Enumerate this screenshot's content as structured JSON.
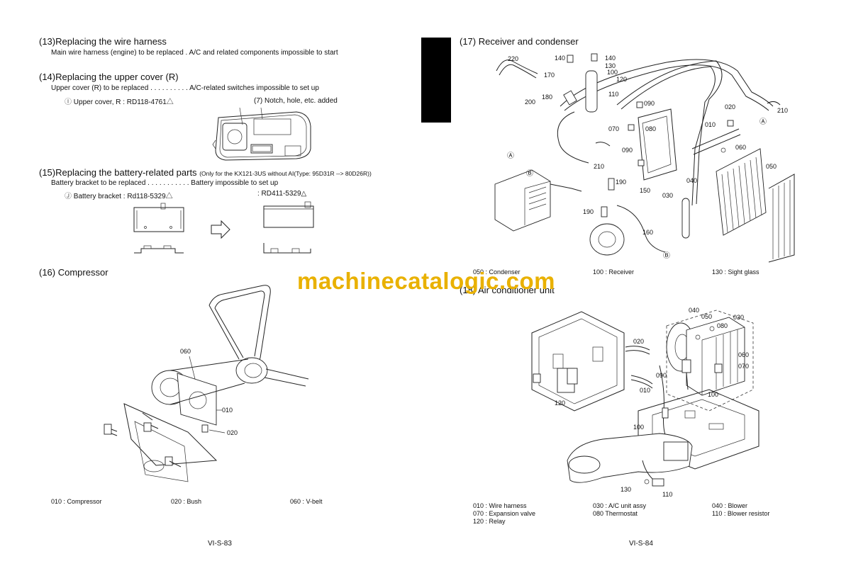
{
  "left": {
    "s13": {
      "title": "(13)Replacing the wire harness",
      "line1": "Main wire harness (engine) to be replaced .  A/C and related components impossible to start"
    },
    "s14": {
      "title": "(14)Replacing the upper cover (R)",
      "line1": "Upper cover (R) to be replaced . . . . . . . . . .  A/C-related switches impossible to set up",
      "marker": "Ⓘ",
      "part": "Upper cover, R : RD118-4761△",
      "callout": "(7) Notch, hole, etc. added"
    },
    "s15": {
      "title": "(15)Replacing the battery-related parts",
      "title_small": "(Only for the KX121-3US without AI(Type: 95D31R --> 80D26R))",
      "line1": "Battery bracket to be replaced . . . . . . . . . . . Battery impossible to set up",
      "marker": "Ⓙ",
      "part_old": "Battery bracket : Rd118-5329△",
      "part_new": ": RD411-5329△"
    },
    "s16": {
      "title": "(16) Compressor",
      "labels": [
        "060",
        "010",
        "020"
      ],
      "captions": [
        "010 : Compressor",
        "020 : Bush",
        "060 : V-belt"
      ]
    },
    "page": "VI-S-83"
  },
  "right": {
    "s17": {
      "title": "(17) Receiver and condenser",
      "labels": [
        "220",
        "140",
        "140",
        "130",
        "170",
        "100",
        "120",
        "110",
        "180",
        "200",
        "090",
        "070",
        "080",
        "020",
        "210",
        "010",
        "090",
        "060",
        "210",
        "050",
        "190",
        "150",
        "040",
        "030",
        "190",
        "160"
      ],
      "markers": [
        "Ⓐ",
        "Ⓑ",
        "Ⓐ",
        "Ⓑ"
      ],
      "captions": [
        "050 : Condenser",
        "100 : Receiver",
        "130 : Sight glass"
      ]
    },
    "s18": {
      "title": "(18) Air conditioner unit",
      "labels": [
        "040",
        "050",
        "030",
        "080",
        "020",
        "060",
        "070",
        "090",
        "010",
        "100",
        "120",
        "100",
        "130",
        "110"
      ],
      "captions_col1": [
        "010 : Wire harness",
        "070 : Expansion valve",
        "120 : Relay"
      ],
      "captions_col2": [
        "030 : A/C unit assy",
        "080 Thermostat"
      ],
      "captions_col3": [
        "040 : Blower",
        "110 : Blower resistor"
      ]
    },
    "page": "VI-S-84"
  },
  "watermark": "machinecatalogic.com",
  "colors": {
    "watermark": "#e9b100",
    "tab": "#000000"
  }
}
